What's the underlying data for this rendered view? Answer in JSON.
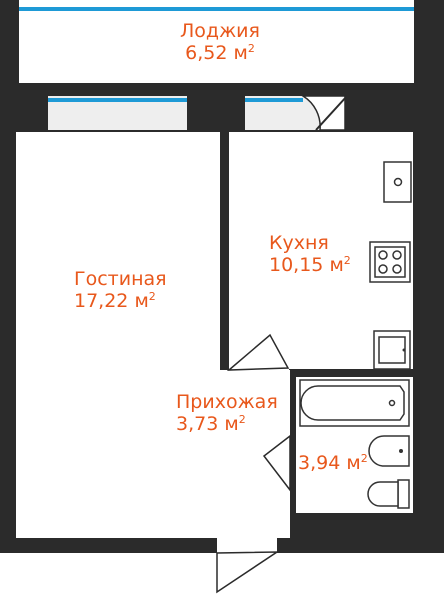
{
  "rooms": [
    {
      "id": "loggia",
      "name": "Лоджия",
      "area": "6,52",
      "unit": "м",
      "sup": "2"
    },
    {
      "id": "living",
      "name": "Гостиная",
      "area": "17,22",
      "unit": "м",
      "sup": "2"
    },
    {
      "id": "kitchen",
      "name": "Кухня",
      "area": "10,15",
      "unit": "м",
      "sup": "2"
    },
    {
      "id": "hall",
      "name": "Прихожая",
      "area": "3,73",
      "unit": "м",
      "sup": "2"
    },
    {
      "id": "bath",
      "name": "",
      "area": "3,94",
      "unit": "м",
      "sup": "2"
    }
  ],
  "colors": {
    "wall": "#2b2b2b",
    "glass": "#1e9ad6",
    "label": "#e8581c",
    "fixture": "#333333"
  }
}
